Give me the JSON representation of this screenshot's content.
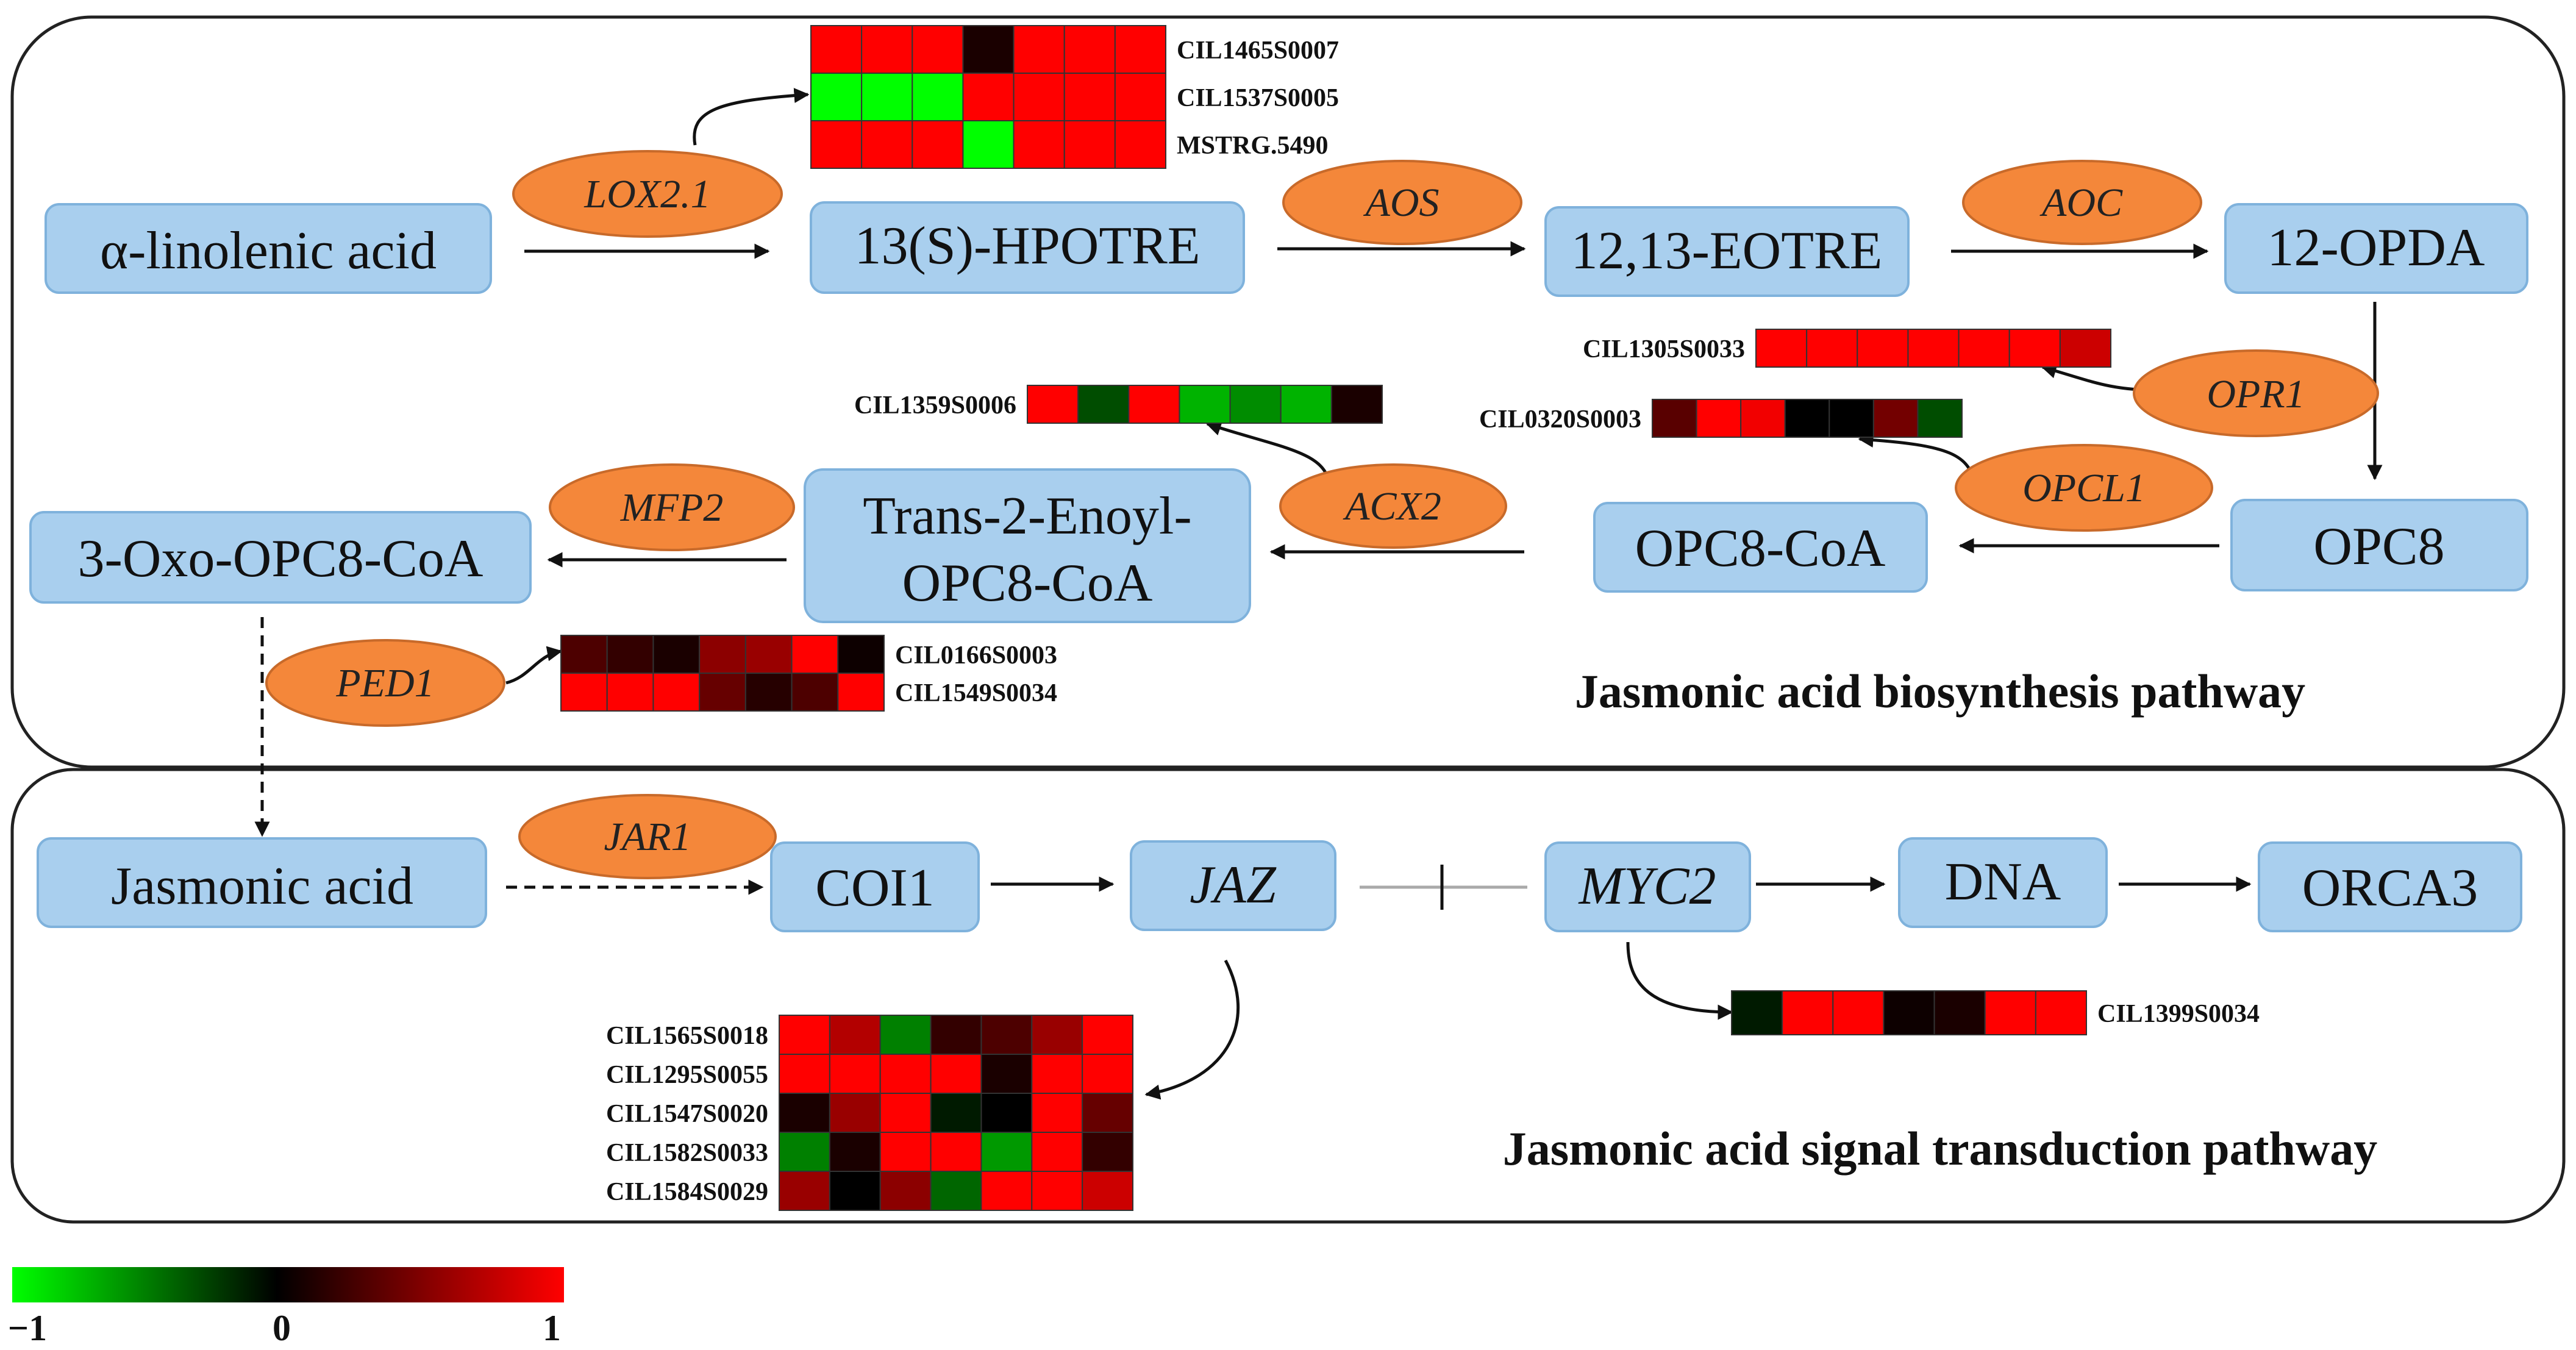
{
  "colors": {
    "node_fill": "#a9cfee",
    "node_stroke": "#7fb2dc",
    "enzyme_fill": "#f4873a",
    "enzyme_stroke": "#c86a2a",
    "low": "#00ff00",
    "mid": "#000000",
    "high": "#ff0000"
  },
  "panels": {
    "biosynthesis_title": "Jasmonic acid biosynthesis pathway",
    "signal_title": "Jasmonic acid signal transduction pathway"
  },
  "nodes": {
    "alpha_linolenic": "α-linolenic acid",
    "hpotre": "13(S)-HPOTRE",
    "eotre": "12,13-EOTRE",
    "opda": "12-OPDA",
    "opc8": "OPC8",
    "opc8_coa": "OPC8-CoA",
    "trans_enoyl_1": "Trans-2-Enoyl-",
    "trans_enoyl_2": "OPC8-CoA",
    "oxo_opc8": "3-Oxo-OPC8-CoA",
    "jasmonic": "Jasmonic acid",
    "coi1": "COI1",
    "jaz": "JAZ",
    "myc2": "MYC2",
    "dna": "DNA",
    "orca3": "ORCA3"
  },
  "enzymes": {
    "lox": "LOX2.1",
    "aos": "AOS",
    "aoc": "AOC",
    "opr1": "OPR1",
    "opcl1": "OPCL1",
    "acx2": "ACX2",
    "mfp2": "MFP2",
    "ped1": "PED1",
    "jar1": "JAR1"
  },
  "heatmaps": {
    "lox": {
      "genes": [
        "CIL1465S0007",
        "CIL1537S0005",
        "MSTRG.5490"
      ],
      "values": [
        [
          1,
          1,
          1,
          0.1,
          1,
          1,
          1
        ],
        [
          -1,
          -1,
          -1,
          1,
          1,
          1,
          1
        ],
        [
          1,
          1,
          1,
          -1,
          1,
          1,
          1
        ]
      ]
    },
    "opr1": {
      "genes": [
        "CIL1305S0033"
      ],
      "values": [
        [
          1,
          1,
          1,
          1,
          1,
          1,
          0.8
        ]
      ]
    },
    "opcl1": {
      "genes": [
        "CIL0320S0003"
      ],
      "values": [
        [
          0.35,
          1,
          0.95,
          0,
          0,
          0.45,
          -0.3
        ]
      ]
    },
    "acx2": {
      "genes": [
        "CIL1359S0006"
      ],
      "values": [
        [
          1,
          -0.3,
          1,
          -0.7,
          -0.55,
          -0.7,
          0.1
        ]
      ]
    },
    "ped1": {
      "genes": [
        "CIL0166S0003",
        "CIL1549S0034"
      ],
      "values": [
        [
          0.3,
          0.2,
          0.1,
          0.55,
          0.6,
          1,
          0.05
        ],
        [
          1,
          1,
          1,
          0.4,
          0.15,
          0.3,
          1
        ]
      ]
    },
    "jaz": {
      "genes": [
        "CIL1565S0018",
        "CIL1295S0055",
        "CIL1547S0020",
        "CIL1582S0033",
        "CIL1584S0029"
      ],
      "values": [
        [
          1,
          0.7,
          -0.5,
          0.2,
          0.3,
          0.6,
          1
        ],
        [
          1,
          1,
          1,
          1,
          0.1,
          1,
          1
        ],
        [
          0.1,
          0.6,
          1,
          -0.1,
          0,
          1,
          0.4
        ],
        [
          -0.5,
          0.1,
          1,
          1,
          -0.6,
          1,
          0.2
        ],
        [
          0.6,
          0,
          0.55,
          -0.4,
          1,
          1,
          0.8
        ]
      ]
    },
    "myc2": {
      "genes": [
        "CIL1399S0034"
      ],
      "values": [
        [
          -0.1,
          1,
          1,
          0.05,
          0.1,
          1,
          1
        ]
      ]
    }
  },
  "scale": {
    "min_label": "−1",
    "mid_label": "0",
    "max_label": "1"
  }
}
